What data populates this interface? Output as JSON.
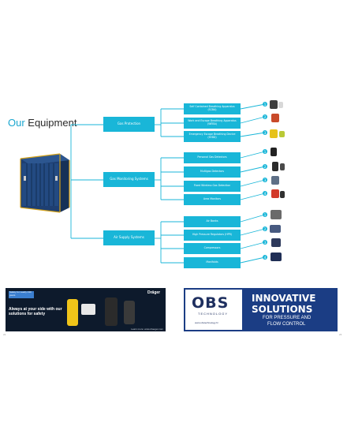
{
  "page": {
    "title_part1": "Our",
    "title_part2": " Equipment"
  },
  "categories": [
    {
      "label": "Gas Protection",
      "items": [
        {
          "label": "Self Contained Breathing Apparatus (SCBA)",
          "num": "1"
        },
        {
          "label": "Work and Escape Breathing Apparatus (WEBA)",
          "num": "2"
        },
        {
          "label": "Emergency Escape Breathing Device (EEBD)",
          "num": "3"
        }
      ]
    },
    {
      "label": "Gas Monitoring Systems",
      "items": [
        {
          "label": "Personal Gas Detectors",
          "num": "1"
        },
        {
          "label": "Multigas Detectors",
          "num": "2"
        },
        {
          "label": "Fixed Wireless Gas Detection",
          "num": "3"
        },
        {
          "label": "Area Monitors",
          "num": "4"
        }
      ]
    },
    {
      "label": "Air Supply Systems",
      "items": [
        {
          "label": "Air Banks",
          "num": "1"
        },
        {
          "label": "High Pressure Regulators (HPR)",
          "num": "2"
        },
        {
          "label": "Compressors",
          "num": "3"
        },
        {
          "label": "Manifolds",
          "num": "4"
        }
      ]
    }
  ],
  "ads": {
    "draeger": {
      "badge": "Safety for nearly 130 years",
      "headline": "Always at your side with our solutions for safety",
      "brand": "Dräger",
      "footer": "Learn more: www.draeger.com"
    },
    "obs": {
      "logo": "OBS",
      "logo_sub": "TECHNOLOGY",
      "url": "www.obstechnology.hr",
      "headline_1": "INNOVATIVE",
      "headline_2": "SOLUTIONS",
      "tag_1": "FOR PRESSURE AND",
      "tag_2": "FLOW CONTROL"
    }
  },
  "page_numbers": {
    "left": "22",
    "right": "23"
  },
  "colors": {
    "accent": "#19b6d8",
    "container": "#1e3f72",
    "ad_dark": "#0d1a2c",
    "ad_blue": "#1b3d84"
  }
}
